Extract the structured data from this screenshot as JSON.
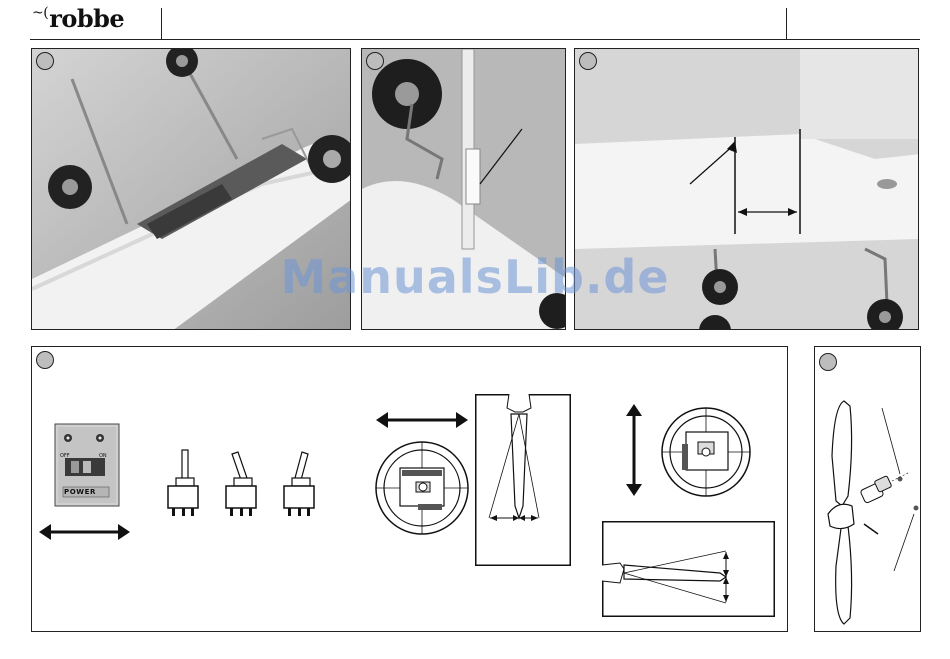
{
  "header": {
    "brand": "robbe",
    "brand_mark": "~("
  },
  "watermark": "ManualsLib.de",
  "switch_box": {
    "power_label": "POWER",
    "left_label": "OFF",
    "right_label": "ON"
  },
  "colors": {
    "line": "#222222",
    "photo_bg": "#c9c9c9",
    "foam": "#f2f2f2",
    "badge": "#bdbdbd",
    "watermark": "#6f96d6"
  }
}
